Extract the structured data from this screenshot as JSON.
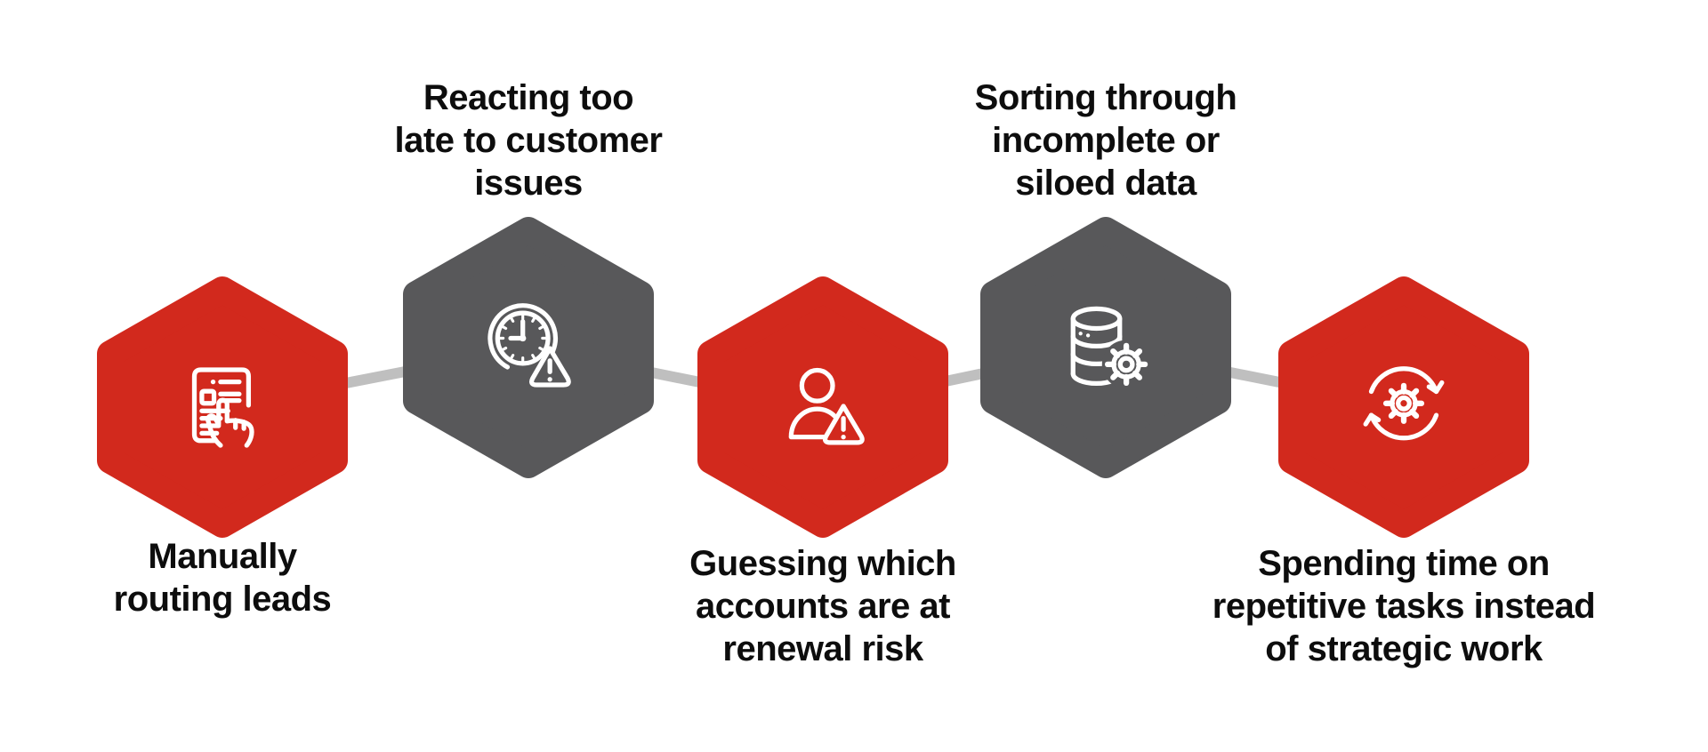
{
  "diagram": {
    "type": "hexagon-process-infographic",
    "background": "#FFFFFF"
  },
  "colors": {
    "red": "#D2291D",
    "gray": "#58585A",
    "connector": "#BFBFBF",
    "icon_stroke": "#FFFFFF",
    "text": "#0D0D0D"
  },
  "steps": [
    {
      "label": "Manually\nrouting leads",
      "label_position": "below",
      "color": "#D2291D",
      "icon": "document-pointer-icon"
    },
    {
      "label": "Reacting too\nlate to customer\nissues",
      "label_position": "above",
      "color": "#58585A",
      "icon": "clock-warning-icon"
    },
    {
      "label": "Guessing which\naccounts are at\nrenewal risk",
      "label_position": "below",
      "color": "#D2291D",
      "icon": "person-warning-icon"
    },
    {
      "label": "Sorting through\nincomplete or\nsiloed data",
      "label_position": "above",
      "color": "#58585A",
      "icon": "database-gear-icon"
    },
    {
      "label": "Spending time on\nrepetitive tasks instead\nof strategic work",
      "label_position": "below",
      "color": "#D2291D",
      "icon": "sync-gear-icon"
    }
  ]
}
